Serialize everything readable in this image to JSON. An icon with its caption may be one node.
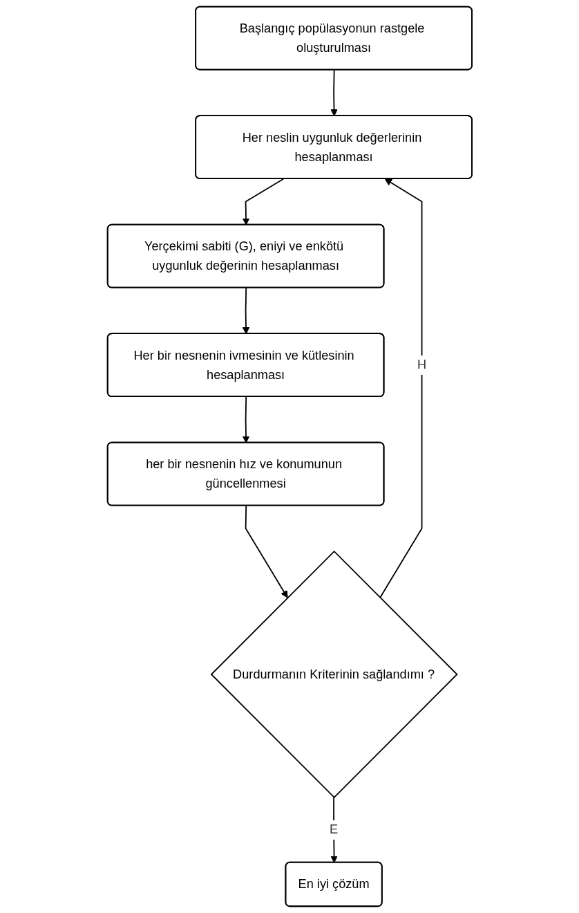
{
  "diagram": {
    "nodes": [
      {
        "text": [
          "Başlangıç popülasyonun rastgele oluşturulması"
        ]
      },
      {
        "text": [
          "Her neslin uygunluk değerlerinin hesaplanması"
        ]
      },
      {
        "text": [
          "Yerçekimi sabiti (G), eniyi ve enkötü uygunluk değerinin hesaplanması"
        ]
      },
      {
        "text": [
          "Her bir nesnenin ivmesinin ve kütlesinin hesaplanması"
        ]
      },
      {
        "text": [
          "her bir nesnenin hız ve konumunun güncellenmesi"
        ]
      },
      {
        "text": [
          "Durdurmanın Kriterinin sağlandımı ?"
        ]
      },
      {
        "text": [
          "En iyi çözüm"
        ]
      }
    ],
    "edges": [
      {
        "from": 0,
        "to": 1,
        "arrow": "to"
      },
      {
        "from": 1,
        "to": 2,
        "arrow": "to"
      },
      {
        "from": 2,
        "to": 3,
        "arrow": "to"
      },
      {
        "from": 3,
        "to": 4,
        "arrow": "to"
      },
      {
        "from": 4,
        "to": 5,
        "arrow": "to"
      },
      {
        "from": 5,
        "to": 1,
        "label": "H",
        "arrow": "to"
      },
      {
        "from": 5,
        "to": 6,
        "label": "E",
        "arrow": "to"
      }
    ]
  }
}
